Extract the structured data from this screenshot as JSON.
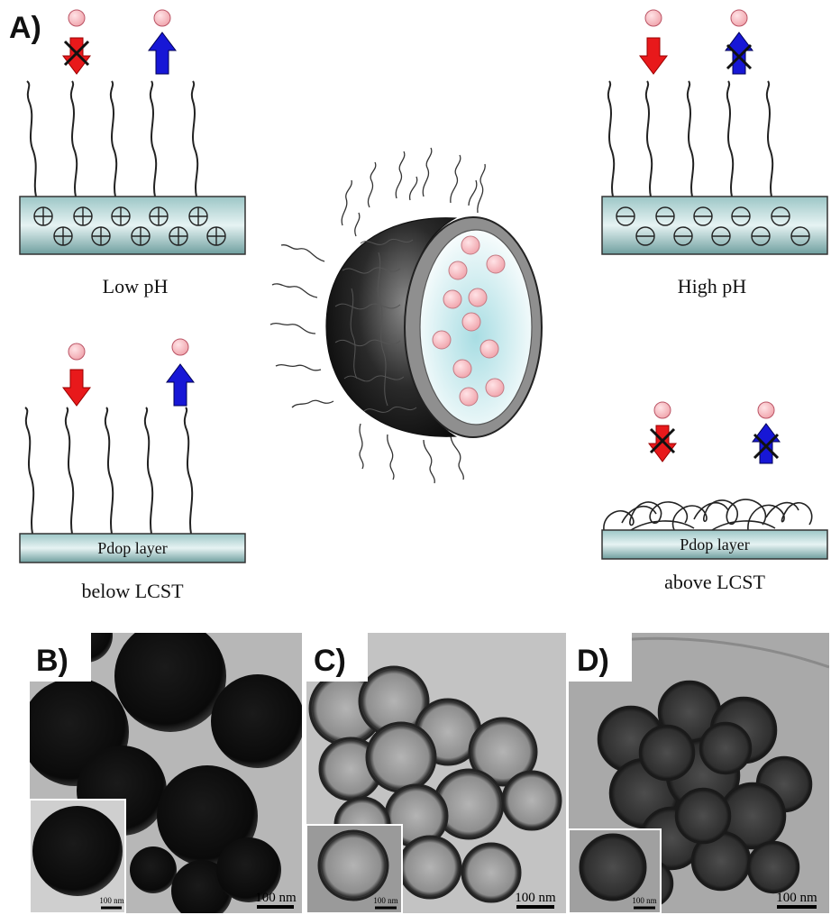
{
  "panel_labels": {
    "a": "A)",
    "b": "B)",
    "c": "C)",
    "d": "D)"
  },
  "captions": {
    "low_ph": "Low pH",
    "high_ph": "High pH",
    "below_lcst": "below LCST",
    "above_lcst": "above LCST"
  },
  "layer_text": "Pdop layer",
  "scale_bars": {
    "b_main": "100 nm",
    "b_inset": "100 nm",
    "c_main": "100 nm",
    "c_inset": "100 nm",
    "d_main": "100 nm",
    "d_inset": "100 nm"
  },
  "colors": {
    "release_arrow": "#e8191b",
    "uptake_arrow": "#1717d6",
    "particle": "#f6b7bd",
    "substrate": "#6fa6a6"
  }
}
